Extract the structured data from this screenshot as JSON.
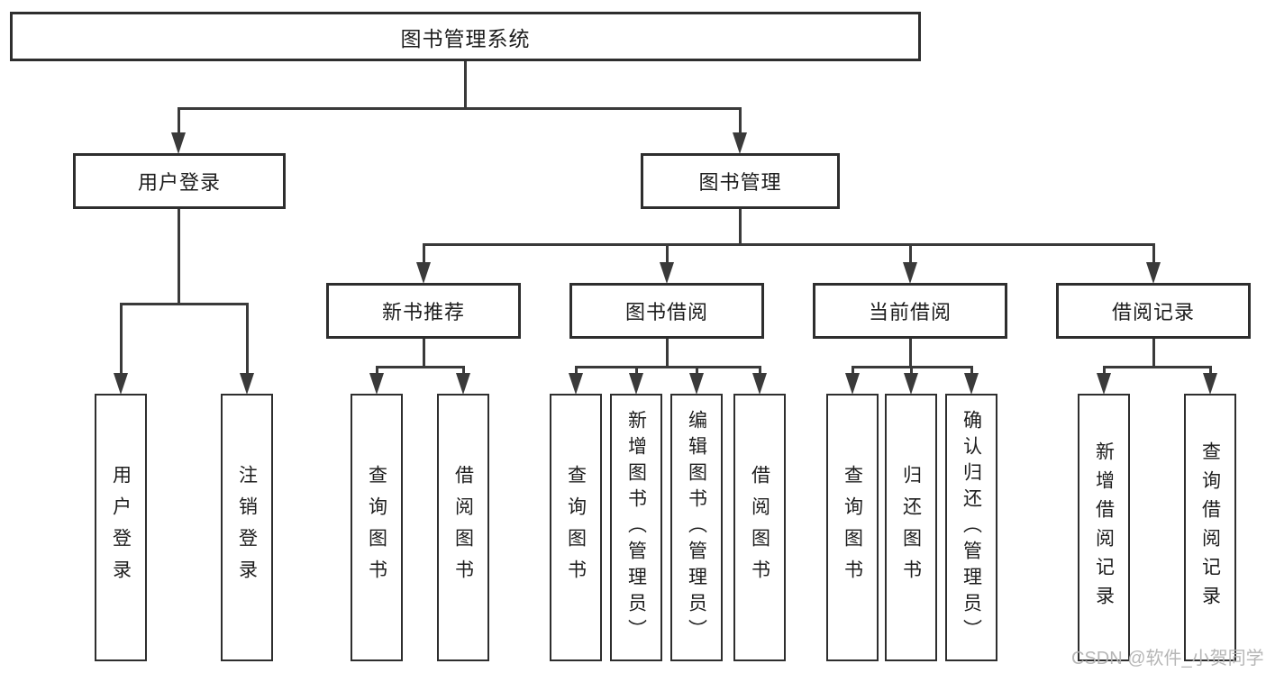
{
  "diagram": {
    "root": {
      "label": "图书管理系统"
    },
    "level2": {
      "user_login": {
        "label": "用户登录"
      },
      "book_management": {
        "label": "图书管理"
      }
    },
    "level3": {
      "new_book_recommend": {
        "label": "新书推荐"
      },
      "book_borrowing": {
        "label": "图书借阅"
      },
      "current_borrowing": {
        "label": "当前借阅"
      },
      "borrowing_records": {
        "label": "借阅记录"
      }
    },
    "leaves": {
      "user_login": [
        "用户登录",
        "注销登录"
      ],
      "new_book_recommend": [
        "查询图书",
        "借阅图书"
      ],
      "book_borrowing": [
        "查询图书",
        "新增图书（管理员）",
        "编辑图书（管理员）",
        "借阅图书"
      ],
      "current_borrowing": [
        "查询图书",
        "归还图书",
        "确认归还（管理员）"
      ],
      "borrowing_records": [
        "新增借阅记录",
        "查询借阅记录"
      ]
    }
  },
  "watermark": {
    "text": "CSDN @软件_小贺同学"
  },
  "colors": {
    "line": "#3a3a3a",
    "box_border": "#2e2e2e",
    "text": "#1d1d1d",
    "watermark": "#b2b2b2",
    "background": "#ffffff"
  }
}
